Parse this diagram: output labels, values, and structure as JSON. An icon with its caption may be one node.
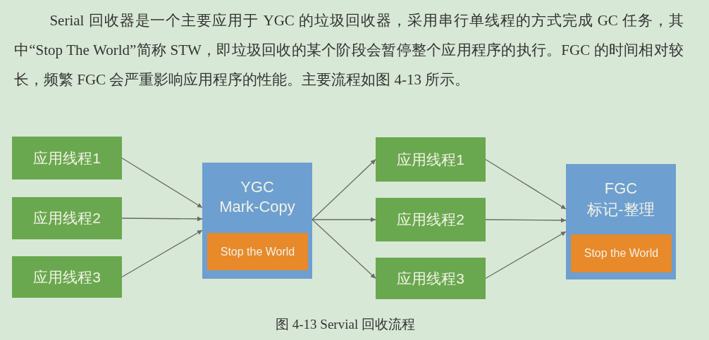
{
  "diagram": {
    "caption": "图 4-13 Servial 回收流程",
    "nodes": [
      {
        "text": [
          "应用线程1"
        ]
      },
      {
        "text": [
          "应用线程2"
        ]
      },
      {
        "text": [
          "应用线程3"
        ]
      },
      {
        "text": [
          "YGC",
          "Mark-Copy"
        ]
      },
      {
        "text": [
          "Stop the World"
        ],
        "in": 3
      },
      {
        "text": [
          "应用线程1"
        ]
      },
      {
        "text": [
          "应用线程2"
        ]
      },
      {
        "text": [
          "应用线程3"
        ]
      },
      {
        "text": [
          "FGC",
          "标记-整理"
        ]
      },
      {
        "text": [
          "Stop the World"
        ],
        "in": 8
      }
    ],
    "edges": [
      {
        "from": 0,
        "to": 3,
        "arrow": "to"
      },
      {
        "from": 1,
        "to": 3,
        "arrow": "to"
      },
      {
        "from": 2,
        "to": 3,
        "arrow": "to"
      },
      {
        "from": 3,
        "to": 5,
        "arrow": "to"
      },
      {
        "from": 3,
        "to": 6,
        "arrow": "to"
      },
      {
        "from": 3,
        "to": 7,
        "arrow": "to"
      },
      {
        "from": 5,
        "to": 8,
        "arrow": "to"
      },
      {
        "from": 6,
        "to": 8,
        "arrow": "to"
      },
      {
        "from": 7,
        "to": 8,
        "arrow": "to"
      }
    ],
    "labels": [
      "Serial 回收器是一个主要应用于 YGC 的垃圾回收器，采用串行单线程的方式完成 GC 任务，其中“Stop The World”简称 STW，即垃圾回收的某个阶段会暂停整个应用程序的执行。FGC 的时间相对较长，频繁 FGC 会严重影响应用程序的性能。主要流程如图 4-13 所示。"
    ]
  }
}
